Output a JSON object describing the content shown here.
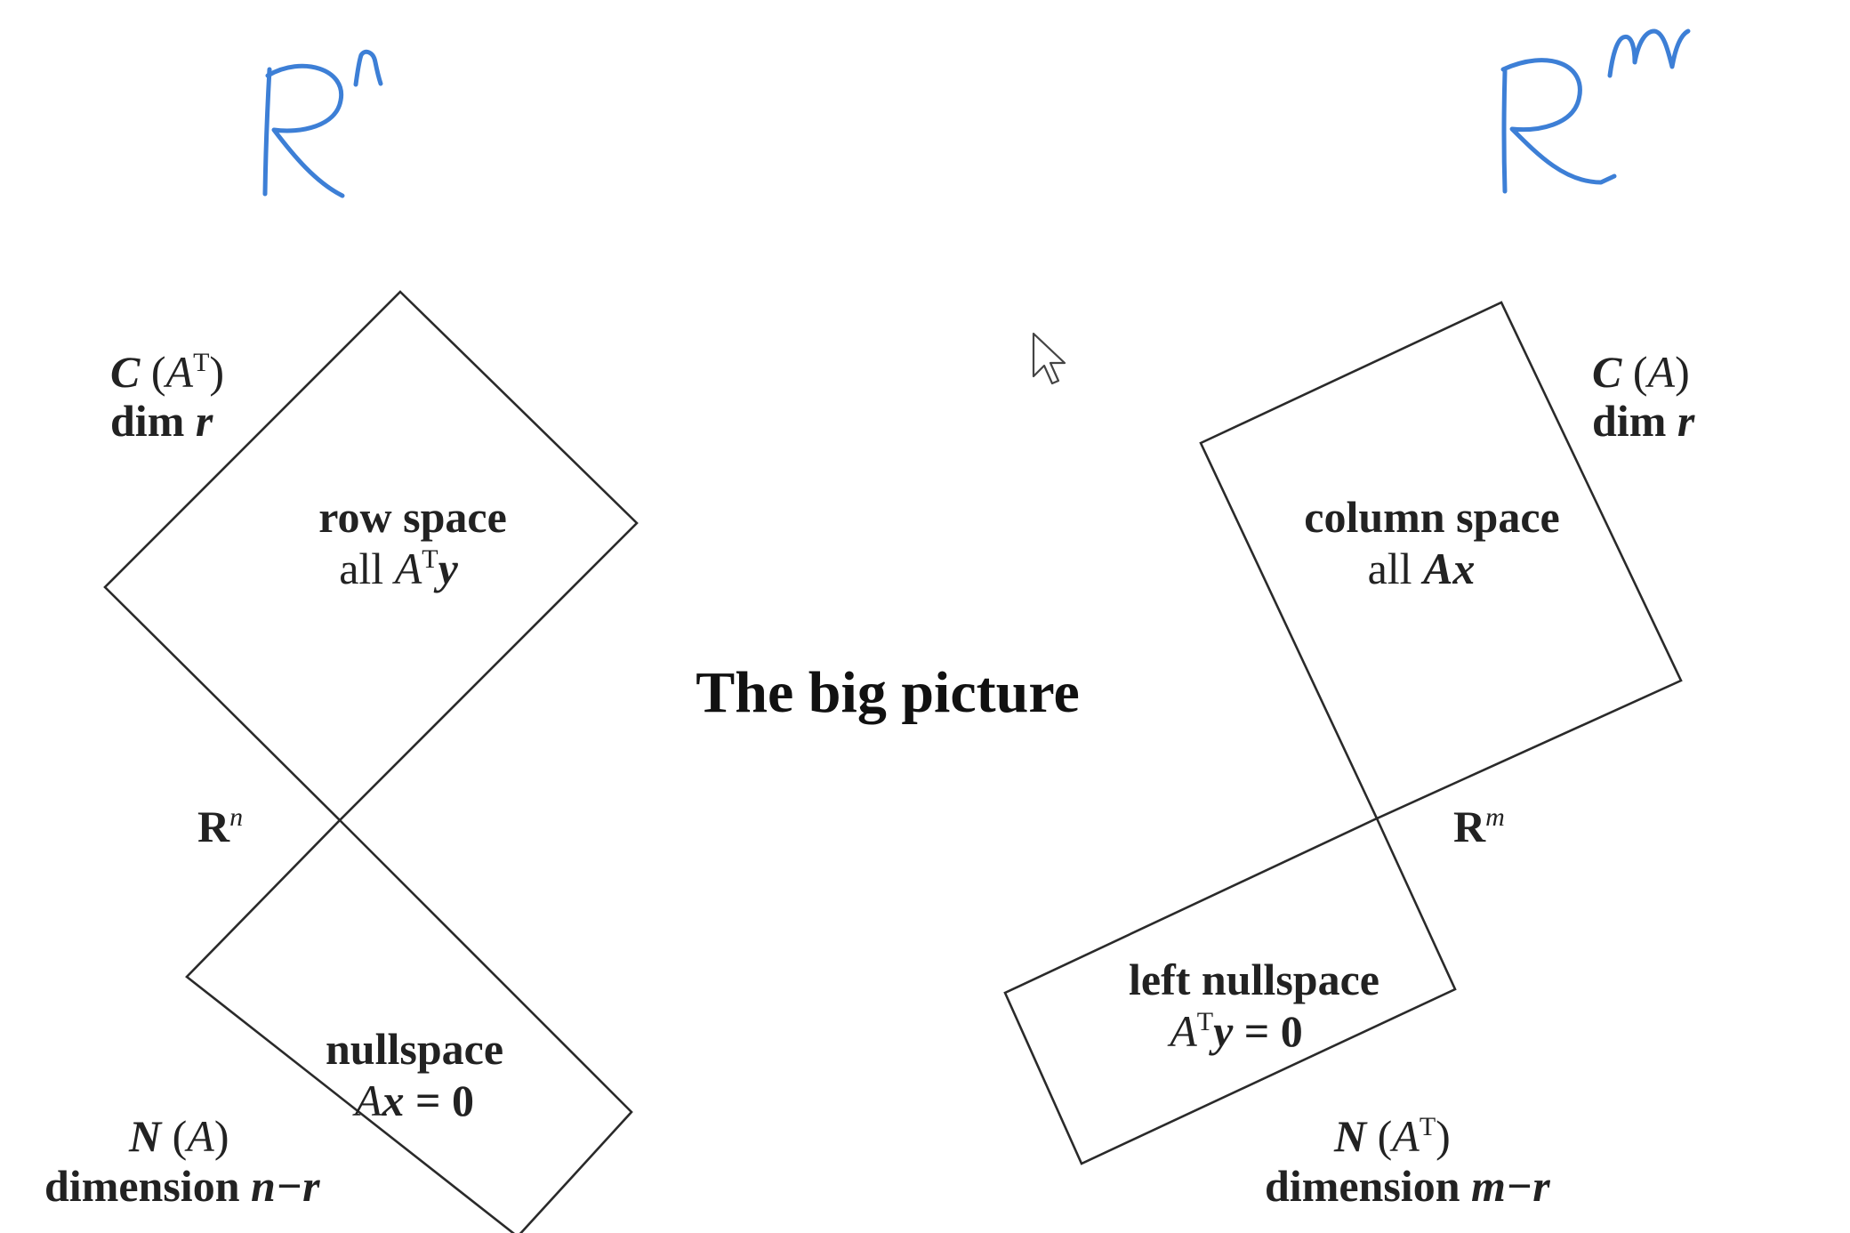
{
  "handwritten": {
    "left": "R^n",
    "right": "R^m",
    "ink_color": "#3d7fd6"
  },
  "title": "The big picture",
  "left": {
    "row_space": {
      "subspace": "C",
      "arg": "A",
      "sup": "T",
      "dim_word": "dim",
      "dim_var": "r",
      "name": "row space",
      "desc_prefix": "all",
      "desc_A": "A",
      "desc_sup": "T",
      "desc_y": "y"
    },
    "nullspace": {
      "subspace": "N",
      "arg": "A",
      "dim_word": "dimension",
      "dim_expr": "n−r",
      "name": "nullspace",
      "eq_A": "A",
      "eq_x": "x",
      "eq_rest": " = 0"
    },
    "origin": {
      "base": "R",
      "sup": "n"
    }
  },
  "right": {
    "column_space": {
      "subspace": "C",
      "arg": "A",
      "dim_word": "dim",
      "dim_var": "r",
      "name": "column space",
      "desc_prefix": "all",
      "desc_expr": "Ax"
    },
    "left_nullspace": {
      "subspace": "N",
      "arg": "A",
      "sup": "T",
      "dim_word": "dimension",
      "dim_expr": "m−r",
      "name": "left nullspace",
      "eq_A": "A",
      "eq_sup": "T",
      "eq_y": "y",
      "eq_rest": " = 0"
    },
    "origin": {
      "base": "R",
      "sup": "m"
    }
  },
  "colors": {
    "ink": "#3d7fd6",
    "lines": "#2a2a2a",
    "text": "#222222"
  }
}
